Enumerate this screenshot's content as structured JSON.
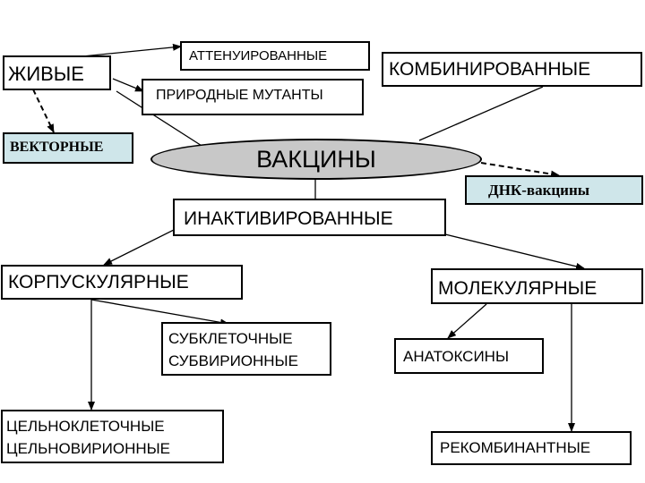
{
  "center": "ВАКЦИНЫ",
  "boxes": {
    "live": "ЖИВЫЕ",
    "attenuated": "АТТЕНУИРОВАННЫЕ",
    "natural_mutants": "ПРИРОДНЫЕ МУТАНТЫ",
    "combined": "КОМБИНИРОВАННЫЕ",
    "vector": "ВЕКТОРНЫЕ",
    "dna": "ДНК-вакцины",
    "inactivated": "ИНАКТИВИРОВАННЫЕ",
    "corpuscular": "КОРПУСКУЛЯРНЫЕ",
    "molecular": "МОЛЕКУЛЯРНЫЕ",
    "subcellular": "СУБКЛЕТОЧНЫЕ",
    "subvirion": "СУБВИРИОННЫЕ",
    "anatoxins": "АНАТОКСИНЫ",
    "whole_cell": "ЦЕЛЬНОКЛЕТОЧНЫЕ",
    "whole_virion": "ЦЕЛЬНОВИРИОННЫЕ",
    "recombinant": "РЕКОМБИНАНТНЫЕ"
  },
  "colors": {
    "oval_fill": "#c8c8c8",
    "highlight_fill": "#cfe6ea",
    "stroke": "#000000"
  }
}
